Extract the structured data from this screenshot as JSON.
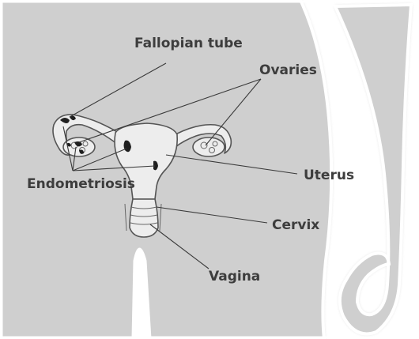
{
  "labels": {
    "fallopian_tube": "Fallopian tube",
    "ovaries": "Ovaries",
    "endometriosis": "Endometriosis",
    "uterus": "Uterus",
    "cervix": "Cervix",
    "vagina": "Vagina"
  },
  "colors": {
    "background": "#cfcfcf",
    "body_outline": "#ffffff",
    "organ_fill": "#ededed",
    "outline": "#555555",
    "lesion": "#1f1f1f",
    "label_text": "#3d3d3d"
  }
}
